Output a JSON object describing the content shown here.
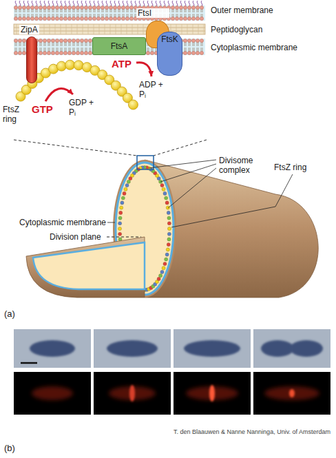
{
  "diagram": {
    "nodes": [
      {
        "text": [
          "ZipA"
        ]
      },
      {
        "text": [
          "FtsA"
        ]
      },
      {
        "text": [
          "FtsI"
        ]
      },
      {
        "text": [
          "FtsK"
        ]
      }
    ],
    "labels": [
      "Outer membrane",
      "Peptidoglycan",
      "Cytoplasmic membrane",
      "FtsZ ring",
      "GTP",
      "GDP + Pᵢ",
      "ATP",
      "ADP + Pᵢ",
      "Divisome complex",
      "FtsZ ring",
      "Cytoplasmic membrane",
      "Division plane",
      "(a)",
      "T. den Blaauwen & Nanne Nanninga, Univ. of Amsterdam",
      "(b)"
    ]
  }
}
